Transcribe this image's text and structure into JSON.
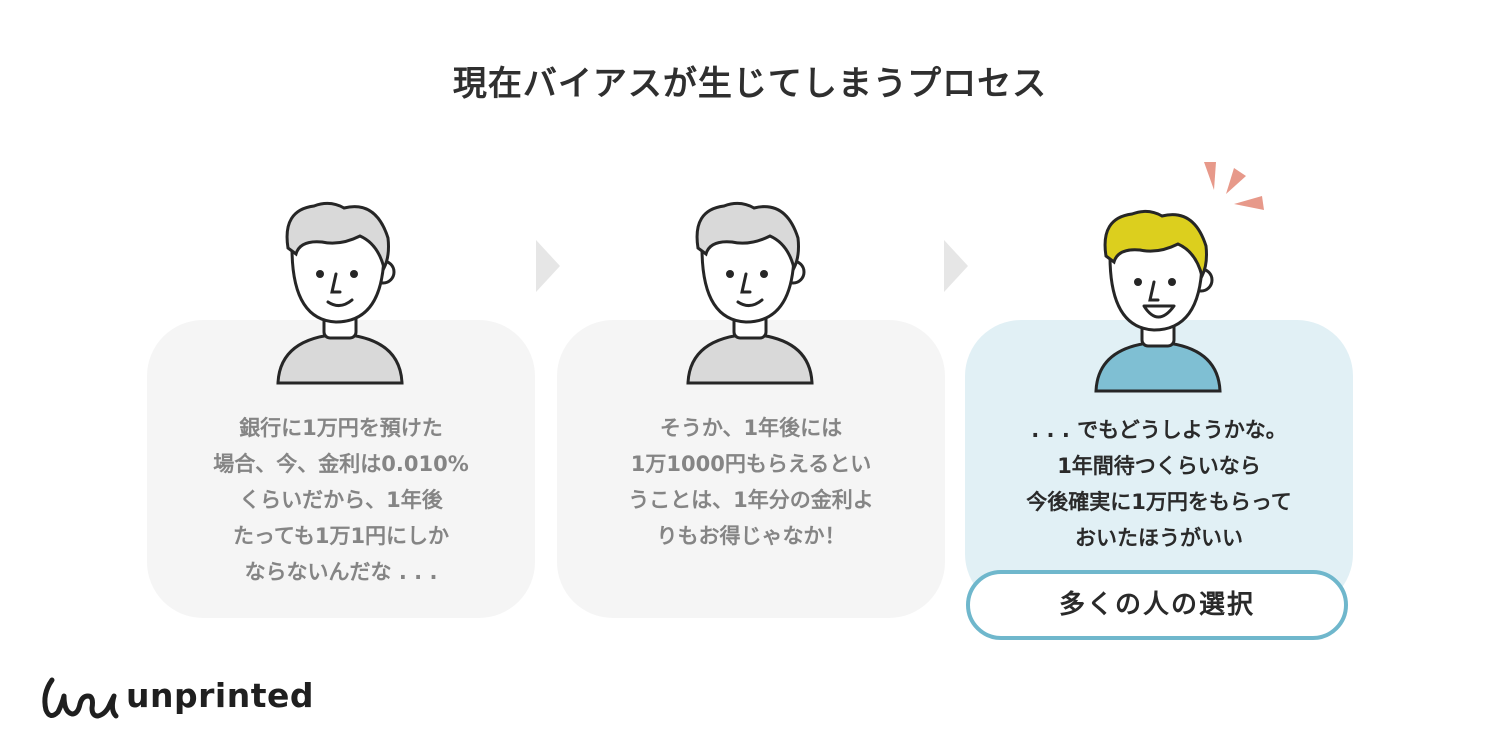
{
  "title": "現在バイアスが生じてしまうプロセス",
  "steps": [
    {
      "text": "銀行に1万円を預けた\n場合、今、金利は0.010%\nくらいだから、1年後\nたっても1万1円にしか\nならないんだな . . ."
    },
    {
      "text": "そうか、1年後には\n1万1000円もらえるとい\nうことは、1年分の金利よ\nりもお得じゃなか！"
    },
    {
      "text": ". . . でもどうしようかな。\n1年間待つくらいなら\n今後確実に1万円をもらって\nおいたほうがいい"
    }
  ],
  "choice_badge": "多くの人の選択",
  "logo": {
    "text": "unprinted",
    "mark": "un-script-logo"
  },
  "colors": {
    "card_gray": "#f5f5f5",
    "card_blue": "#e1f0f5",
    "hair_gray": "#d9d9d9",
    "hair_yellow": "#dccf1e",
    "shirt_blue": "#7fbfd3",
    "accent_salmon": "#e7998a",
    "badge_border": "#6fb7cc"
  }
}
